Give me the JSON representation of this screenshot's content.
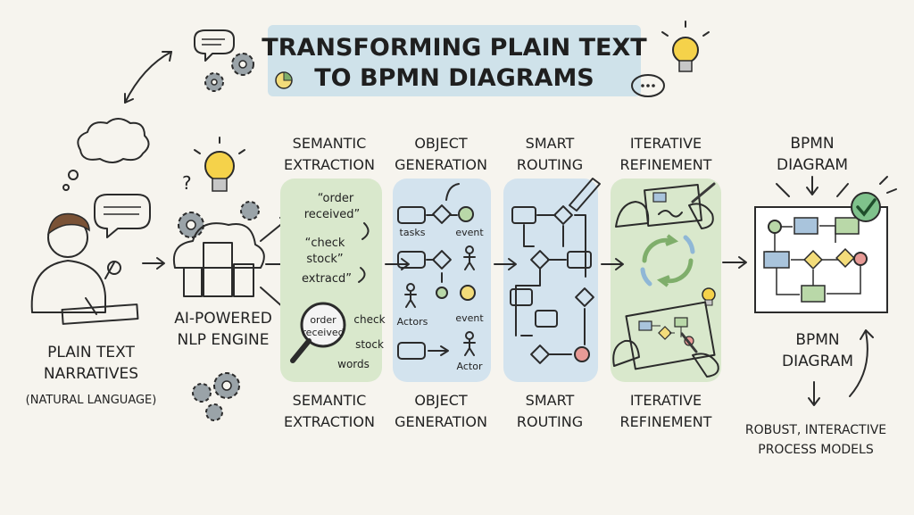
{
  "title": {
    "line1": "TRANSFORMING PLAIN TEXT",
    "line2": "TO BPMN DIAGRAMS"
  },
  "input": {
    "label_line1": "PLAIN TEXT",
    "label_line2": "NARRATIVES",
    "sub_label": "(NATURAL LANGUAGE)"
  },
  "engine": {
    "label_line1": "AI-POWERED",
    "label_line2": "NLP ENGINE",
    "question_mark": "?"
  },
  "stages": [
    {
      "top_line1": "SEMANTIC",
      "top_line2": "EXTRACTION",
      "bottom_line1": "SEMANTIC",
      "bottom_line2": "EXTRACTION",
      "quotes": [
        "“order",
        "received”",
        "“check",
        "stock”",
        "extracd”"
      ],
      "lens_text": [
        "order",
        "received"
      ],
      "words": [
        "check",
        "stock",
        "words"
      ],
      "color": "#d9e8cc"
    },
    {
      "top_line1": "OBJECT",
      "top_line2": "GENERATION",
      "bottom_line1": "OBJECT",
      "bottom_line2": "GENERATION",
      "labels": [
        "tasks",
        "event",
        "Actors",
        "event",
        "Actor"
      ],
      "color": "#d3e3ee"
    },
    {
      "top_line1": "SMART",
      "top_line2": "ROUTING",
      "bottom_line1": "SMART",
      "bottom_line2": "ROUTING",
      "color": "#d3e3ee"
    },
    {
      "top_line1": "ITERATIVE",
      "top_line2": "REFINEMENT",
      "bottom_line1": "ITERATIVE",
      "bottom_line2": "REFINEMENT",
      "color": "#d9e8cc"
    }
  ],
  "output": {
    "top_line1": "BPMN",
    "top_line2": "DIAGRAM",
    "bottom_line1": "BPMN",
    "bottom_line2": "DIAGRAM",
    "result_line1": "ROBUST, INTERACTIVE",
    "result_line2": "PROCESS MODELS"
  },
  "colors": {
    "task_blue": "#a9c4dc",
    "task_green": "#b9d8a8",
    "gateway_yellow": "#f3dc7a",
    "end_red": "#e79a96",
    "title_bg": "#cfe2ea",
    "bulb": "#f5d24a",
    "check_green": "#3f9a5a"
  }
}
